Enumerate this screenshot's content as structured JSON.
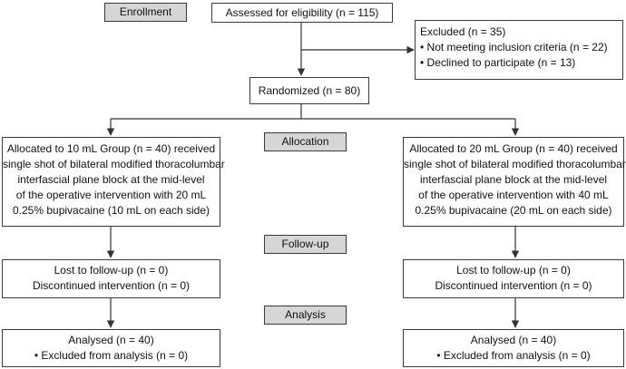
{
  "stages": {
    "enrollment": "Enrollment",
    "allocation": "Allocation",
    "followup": "Follow-up",
    "analysis": "Analysis"
  },
  "assessed": "Assessed for eligibility (n = 115)",
  "excluded": {
    "title": "Excluded (n = 35)",
    "items": [
      "• Not meeting inclusion criteria (n = 22)",
      "• Declined to participate (n = 13)"
    ]
  },
  "randomized": "Randomized (n = 80)",
  "left_arm": {
    "allocated": [
      "Allocated to 10 mL Group (n = 40) received",
      "single shot of bilateral modified thoracolumbar",
      "interfascial plane block at the mid-level",
      "of the operative intervention with 20 mL",
      "0.25% bupivacaine (10 mL on each side)"
    ],
    "followup": [
      "Lost to follow-up (n = 0)",
      "Discontinued intervention (n = 0)"
    ],
    "analysis": [
      "Analysed (n = 40)",
      "• Excluded from analysis (n = 0)"
    ]
  },
  "right_arm": {
    "allocated": [
      "Allocated to 20 mL Group (n = 40) received",
      "single shot of bilateral modified thoracolumbar",
      "interfascial plane block at the mid-level",
      "of the operative intervention with 40 mL",
      "0.25% bupivacaine (20 mL on each side)"
    ],
    "followup": [
      "Lost to follow-up (n = 0)",
      "Discontinued intervention (n = 0)"
    ],
    "analysis": [
      "Analysed (n = 40)",
      "• Excluded from analysis (n = 0)"
    ]
  }
}
